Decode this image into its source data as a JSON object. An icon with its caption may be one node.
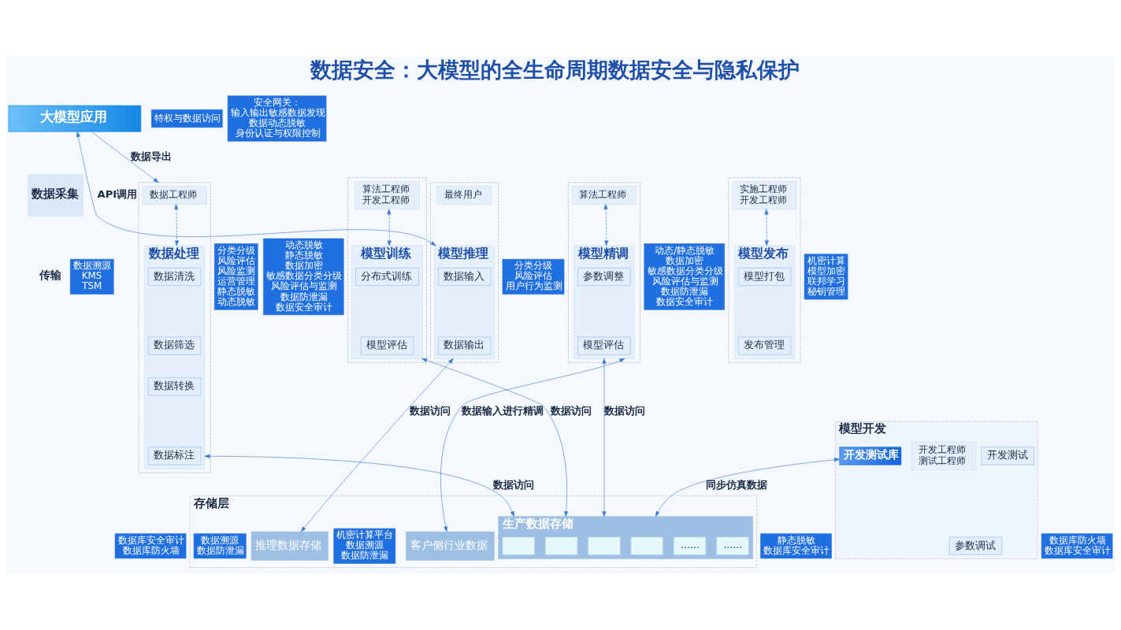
{
  "diagram": {
    "title": "数据安全：大模型的全生命周期数据安全与隐私保护",
    "nodes": [
      {
        "text": [
          "大模型应用"
        ]
      },
      {
        "text": [],
        "shape": "box"
      },
      {
        "text": [
          "数据工程师"
        ],
        "in": 1
      },
      {
        "text": [
          "数据处理"
        ],
        "in": 1
      },
      {
        "text": [
          "数据清洗"
        ],
        "in": 3
      },
      {
        "text": [
          "数据筛选"
        ],
        "in": 3
      },
      {
        "text": [
          "数据转换"
        ],
        "in": 3
      },
      {
        "text": [
          "数据标注"
        ],
        "in": 3
      },
      {
        "text": [],
        "shape": "box"
      },
      {
        "text": [
          "算法工程师",
          "开发工程师"
        ],
        "in": 8
      },
      {
        "text": [
          "模型训练"
        ],
        "in": 8
      },
      {
        "text": [
          "分布式训练"
        ],
        "in": 10
      },
      {
        "text": [
          "模型评估"
        ],
        "in": 10
      },
      {
        "text": [],
        "shape": "box"
      },
      {
        "text": [
          "算法工程师"
        ],
        "in": 13
      },
      {
        "text": [
          "模型精调"
        ],
        "in": 13
      },
      {
        "text": [
          "参数调整"
        ],
        "in": 15
      },
      {
        "text": [
          "模型评估"
        ],
        "in": 15
      },
      {
        "text": [],
        "shape": "box"
      },
      {
        "text": [
          "实施工程师",
          "开发工程师"
        ],
        "in": 18
      },
      {
        "text": [
          "模型发布"
        ],
        "in": 18
      },
      {
        "text": [
          "模型打包"
        ],
        "in": 20
      },
      {
        "text": [
          "发布管理"
        ],
        "in": 20
      },
      {
        "text": [],
        "shape": "box"
      },
      {
        "text": [
          "最终用户"
        ],
        "in": 23
      },
      {
        "text": [
          "模型推理"
        ],
        "in": 23
      },
      {
        "text": [
          "数据输入"
        ],
        "in": 25
      },
      {
        "text": [
          "数据输出"
        ],
        "in": 25
      },
      {
        "text": [
          "模型开发"
        ]
      },
      {
        "text": [
          "开发测试"
        ],
        "in": 28
      },
      {
        "text": [
          "参数调试"
        ],
        "in": 28
      },
      {
        "text": [
          "开发测试库"
        ],
        "in": 28
      },
      {
        "text": [
          "开发工程师",
          "测试工程师"
        ],
        "in": 28
      },
      {
        "text": [
          "数据采集"
        ]
      },
      {
        "text": [
          "数据溯源",
          "KMS",
          "TSM"
        ]
      },
      {
        "text": [
          "特权与数据访问"
        ]
      },
      {
        "text": [
          "分类分级",
          "风险评估",
          "风险监测",
          "运营管理",
          "静态脱敏",
          "动态脱敏"
        ]
      },
      {
        "text": [
          "动态脱敏",
          "静态脱敏",
          "数据加密",
          "敏感数据分类分级",
          "风险评估与监测",
          "数据防泄漏",
          "数据安全审计"
        ]
      },
      {
        "text": [
          "动态/静态脱敏",
          "数据加密",
          "敏感数据分类分级",
          "风险评估与监测",
          "数据防泄漏",
          "数据安全审计"
        ]
      },
      {
        "text": [
          "机密计算",
          "模型加密",
          "联邦学习",
          "秘钥管理"
        ]
      },
      {
        "text": [
          "分类分级",
          "风险评估",
          "用户行为监测"
        ]
      },
      {
        "text": [
          "安全网关：",
          "输入输出敏感数据发现",
          "数据动态脱敏",
          "身份认证与权限控制"
        ]
      },
      {
        "text": [
          "数据库安全审计",
          "数据库防火墙"
        ]
      },
      {
        "text": [
          "静态脱敏",
          "数据库安全审计"
        ]
      },
      {
        "text": [
          "数据库防火墙",
          "数据库安全审计"
        ]
      },
      {
        "text": [
          "存储层"
        ]
      },
      {
        "text": [
          "生产数据存储"
        ],
        "in": 45
      },
      {
        "text": [],
        "shape": "box",
        "in": 46
      },
      {
        "text": [],
        "shape": "box",
        "in": 46
      },
      {
        "text": [],
        "shape": "box",
        "in": 46
      },
      {
        "text": [],
        "shape": "box",
        "in": 46
      },
      {
        "text": [
          "......"
        ],
        "in": 46
      },
      {
        "text": [
          "......"
        ],
        "in": 46
      },
      {
        "text": [
          "客户侧行业数据"
        ],
        "in": 45
      },
      {
        "text": [
          "推理数据存储"
        ],
        "in": 45
      },
      {
        "text": [
          "数据溯源",
          "数据防泄漏"
        ],
        "in": 45
      },
      {
        "text": [
          "机密计算平台",
          "数据溯源",
          "数据防泄漏"
        ],
        "in": 45
      }
    ],
    "edges": [
      {
        "from": 0,
        "to": 1,
        "arrow": "to",
        "label": "数据导出"
      },
      {
        "from": 0,
        "to": 25,
        "arrow": "both",
        "label": "API调用"
      },
      {
        "from": 2,
        "to": 3,
        "arrow": "both",
        "style": "dashed"
      },
      {
        "from": 9,
        "to": 10,
        "arrow": "both",
        "style": "dashed"
      },
      {
        "from": 14,
        "to": 15,
        "arrow": "both",
        "style": "dashed"
      },
      {
        "from": 19,
        "to": 20,
        "arrow": "both",
        "style": "dashed"
      },
      {
        "from": 3,
        "to": 46,
        "arrow": "both",
        "label": "数据访问"
      },
      {
        "from": 10,
        "to": 46,
        "arrow": "both",
        "label": "数据访问"
      },
      {
        "from": 15,
        "to": 46,
        "arrow": "both",
        "label": "数据访问"
      },
      {
        "from": 31,
        "to": 46,
        "arrow": "both",
        "label": "同步仿真数据"
      },
      {
        "from": 15,
        "to": 53,
        "arrow": "both",
        "label": "数据输入进行精调"
      },
      {
        "from": 25,
        "to": 54,
        "arrow": "both",
        "label": "数据访问"
      }
    ],
    "labels": [
      "传输"
    ]
  }
}
